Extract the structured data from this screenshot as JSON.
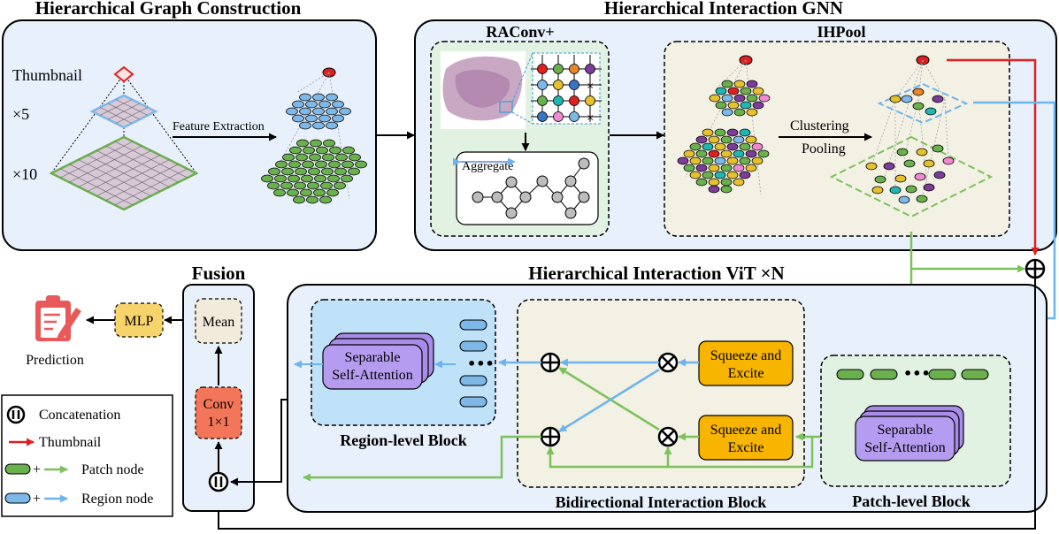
{
  "panels": {
    "graph_construction": {
      "title": "Hierarchical Graph Construction",
      "levels": [
        "Thumbnail",
        "×5",
        "×10"
      ],
      "arrow_label": "Feature Extraction"
    },
    "gnn": {
      "title": "Hierarchical Interaction GNN",
      "raconv": {
        "title": "RAConv+",
        "aggregate_label": "Aggregate"
      },
      "ihpool": {
        "title": "IHPool",
        "op_labels": [
          "Clustering",
          "Pooling"
        ]
      }
    },
    "vit": {
      "title": "Hierarchical Interaction ViT ×N",
      "region_block": {
        "label": "Region-level Block",
        "attention": [
          "Separable",
          "Self-Attention"
        ]
      },
      "bidirectional_block": {
        "label": "Bidirectional Interaction Block",
        "se_top": [
          "Squeeze and",
          "Excite"
        ],
        "se_bottom": [
          "Squeeze and",
          "Excite"
        ]
      },
      "patch_block": {
        "label": "Patch-level Block",
        "attention": [
          "Separable",
          "Self-Attention"
        ]
      }
    },
    "fusion": {
      "title": "Fusion",
      "mean": "Mean",
      "conv": [
        "Conv",
        "1×1"
      ]
    },
    "output": {
      "mlp": "MLP",
      "prediction": "Prediction"
    }
  },
  "legend": {
    "items": [
      {
        "label": "Concatenation",
        "icon": "concatenation-icon"
      },
      {
        "label": "Thumbnail",
        "icon": "red-arrow-icon"
      },
      {
        "label": "Patch node",
        "icon": "green-node-arrow-icon"
      },
      {
        "label": "Region node",
        "icon": "blue-node-arrow-icon"
      }
    ],
    "plus": "+"
  },
  "colors": {
    "panel_bg": "#e8f0fb",
    "green_node": "#6ab04c",
    "blue_node": "#7db8e8",
    "red": "#e02020",
    "green_arrow": "#7cc25a",
    "blue_arrow": "#6cb4ef",
    "purple": "#a98be8",
    "orange": "#f7b500",
    "coral": "#f4765a"
  }
}
